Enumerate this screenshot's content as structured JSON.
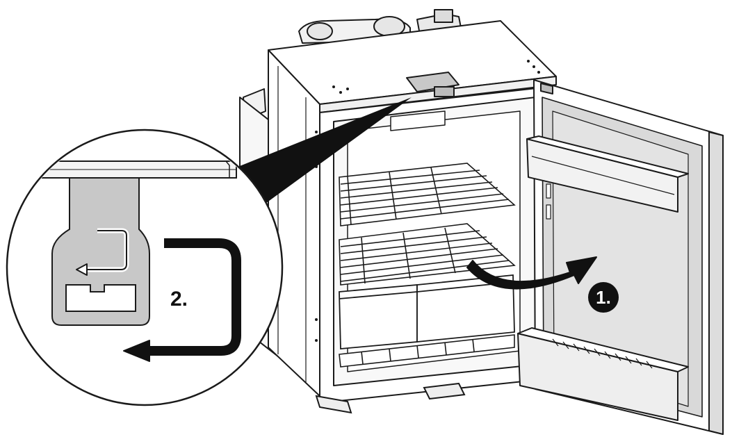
{
  "steps": {
    "step1_label": "1.",
    "step2_label": "2."
  },
  "colors": {
    "line": "#1a1a1a",
    "door_inner": "#d9d9d9",
    "hinge_plate": "#c8c8c8",
    "panel": "#f2f2f2",
    "arrow": "#111111",
    "background": "#ffffff"
  },
  "icons": {
    "detail_magnifier": "magnified-hinge-detail",
    "door_rotation_arrow": "curved-arrow-icon",
    "hinge_reinstall_arrow": "bent-arrow-icon"
  }
}
